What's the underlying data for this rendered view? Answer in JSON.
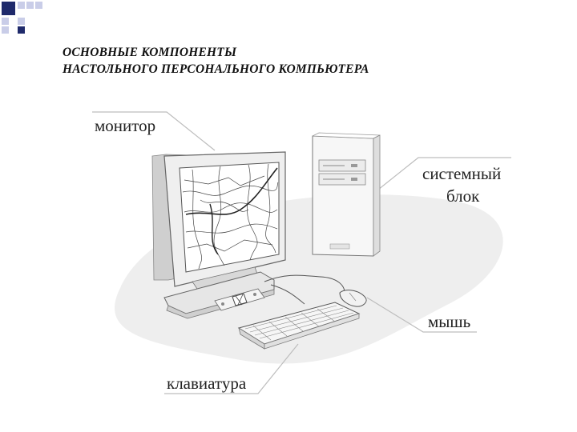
{
  "title": {
    "line1": "ОСНОВНЫЕ КОМПОНЕНТЫ",
    "line2": "НАСТОЛЬНОГО ПЕРСОНАЛЬНОГО КОМПЬЮТЕРА"
  },
  "labels": {
    "monitor": "монитор",
    "system_unit_line1": "системный",
    "system_unit_line2": "блок",
    "mouse": "мышь",
    "keyboard": "клавиатура"
  },
  "colors": {
    "corner_dark": "#1f2a6b",
    "corner_light": "#c9cde8",
    "shadow": "#eeeeee",
    "line": "#bdbdbd"
  }
}
